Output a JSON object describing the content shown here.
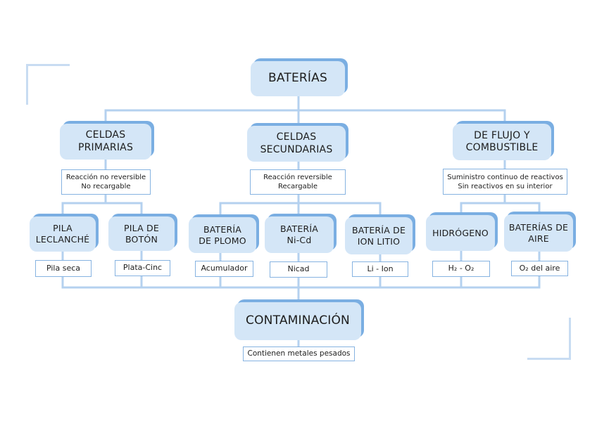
{
  "root": {
    "title": "BATERÍAS"
  },
  "categories": [
    {
      "title": "CELDAS\nPRIMARIAS",
      "note": "Reacción no reversible\nNo recargable"
    },
    {
      "title": "CELDAS\nSECUNDARIAS",
      "note": "Reacción reversible\nRecargable"
    },
    {
      "title": "DE FLUJO Y\nCOMBUSTIBLE",
      "note": "Suministro continuo de reactivos\nSin reactivos en su interior"
    }
  ],
  "leaves": [
    {
      "title": "PILA\nLECLANCHÉ",
      "example": "Pila seca"
    },
    {
      "title": "PILA DE\nBOTÓN",
      "example": "Plata-Cinc"
    },
    {
      "title": "BATERÍA\nDE PLOMO",
      "example": "Acumulador"
    },
    {
      "title": "BATERÍA\nNi-Cd",
      "example": "Nicad"
    },
    {
      "title": "BATERÍA DE\nION LITIO",
      "example": "Li - Ion"
    },
    {
      "title": "HIDRÓGENO",
      "example": "H₂ - O₂"
    },
    {
      "title": "BATERÍAS DE\nAIRE",
      "example": "O₂ del aire"
    }
  ],
  "bottom": {
    "title": "CONTAMINACIÓN",
    "note": "Contienen metales pesados"
  },
  "colors": {
    "node_fill": "#d4e6f7",
    "node_shadow": "#7aaee2",
    "connector": "#b4d1ef",
    "note_border": "#86b3e1",
    "corner_bracket": "#c8dcf2"
  }
}
